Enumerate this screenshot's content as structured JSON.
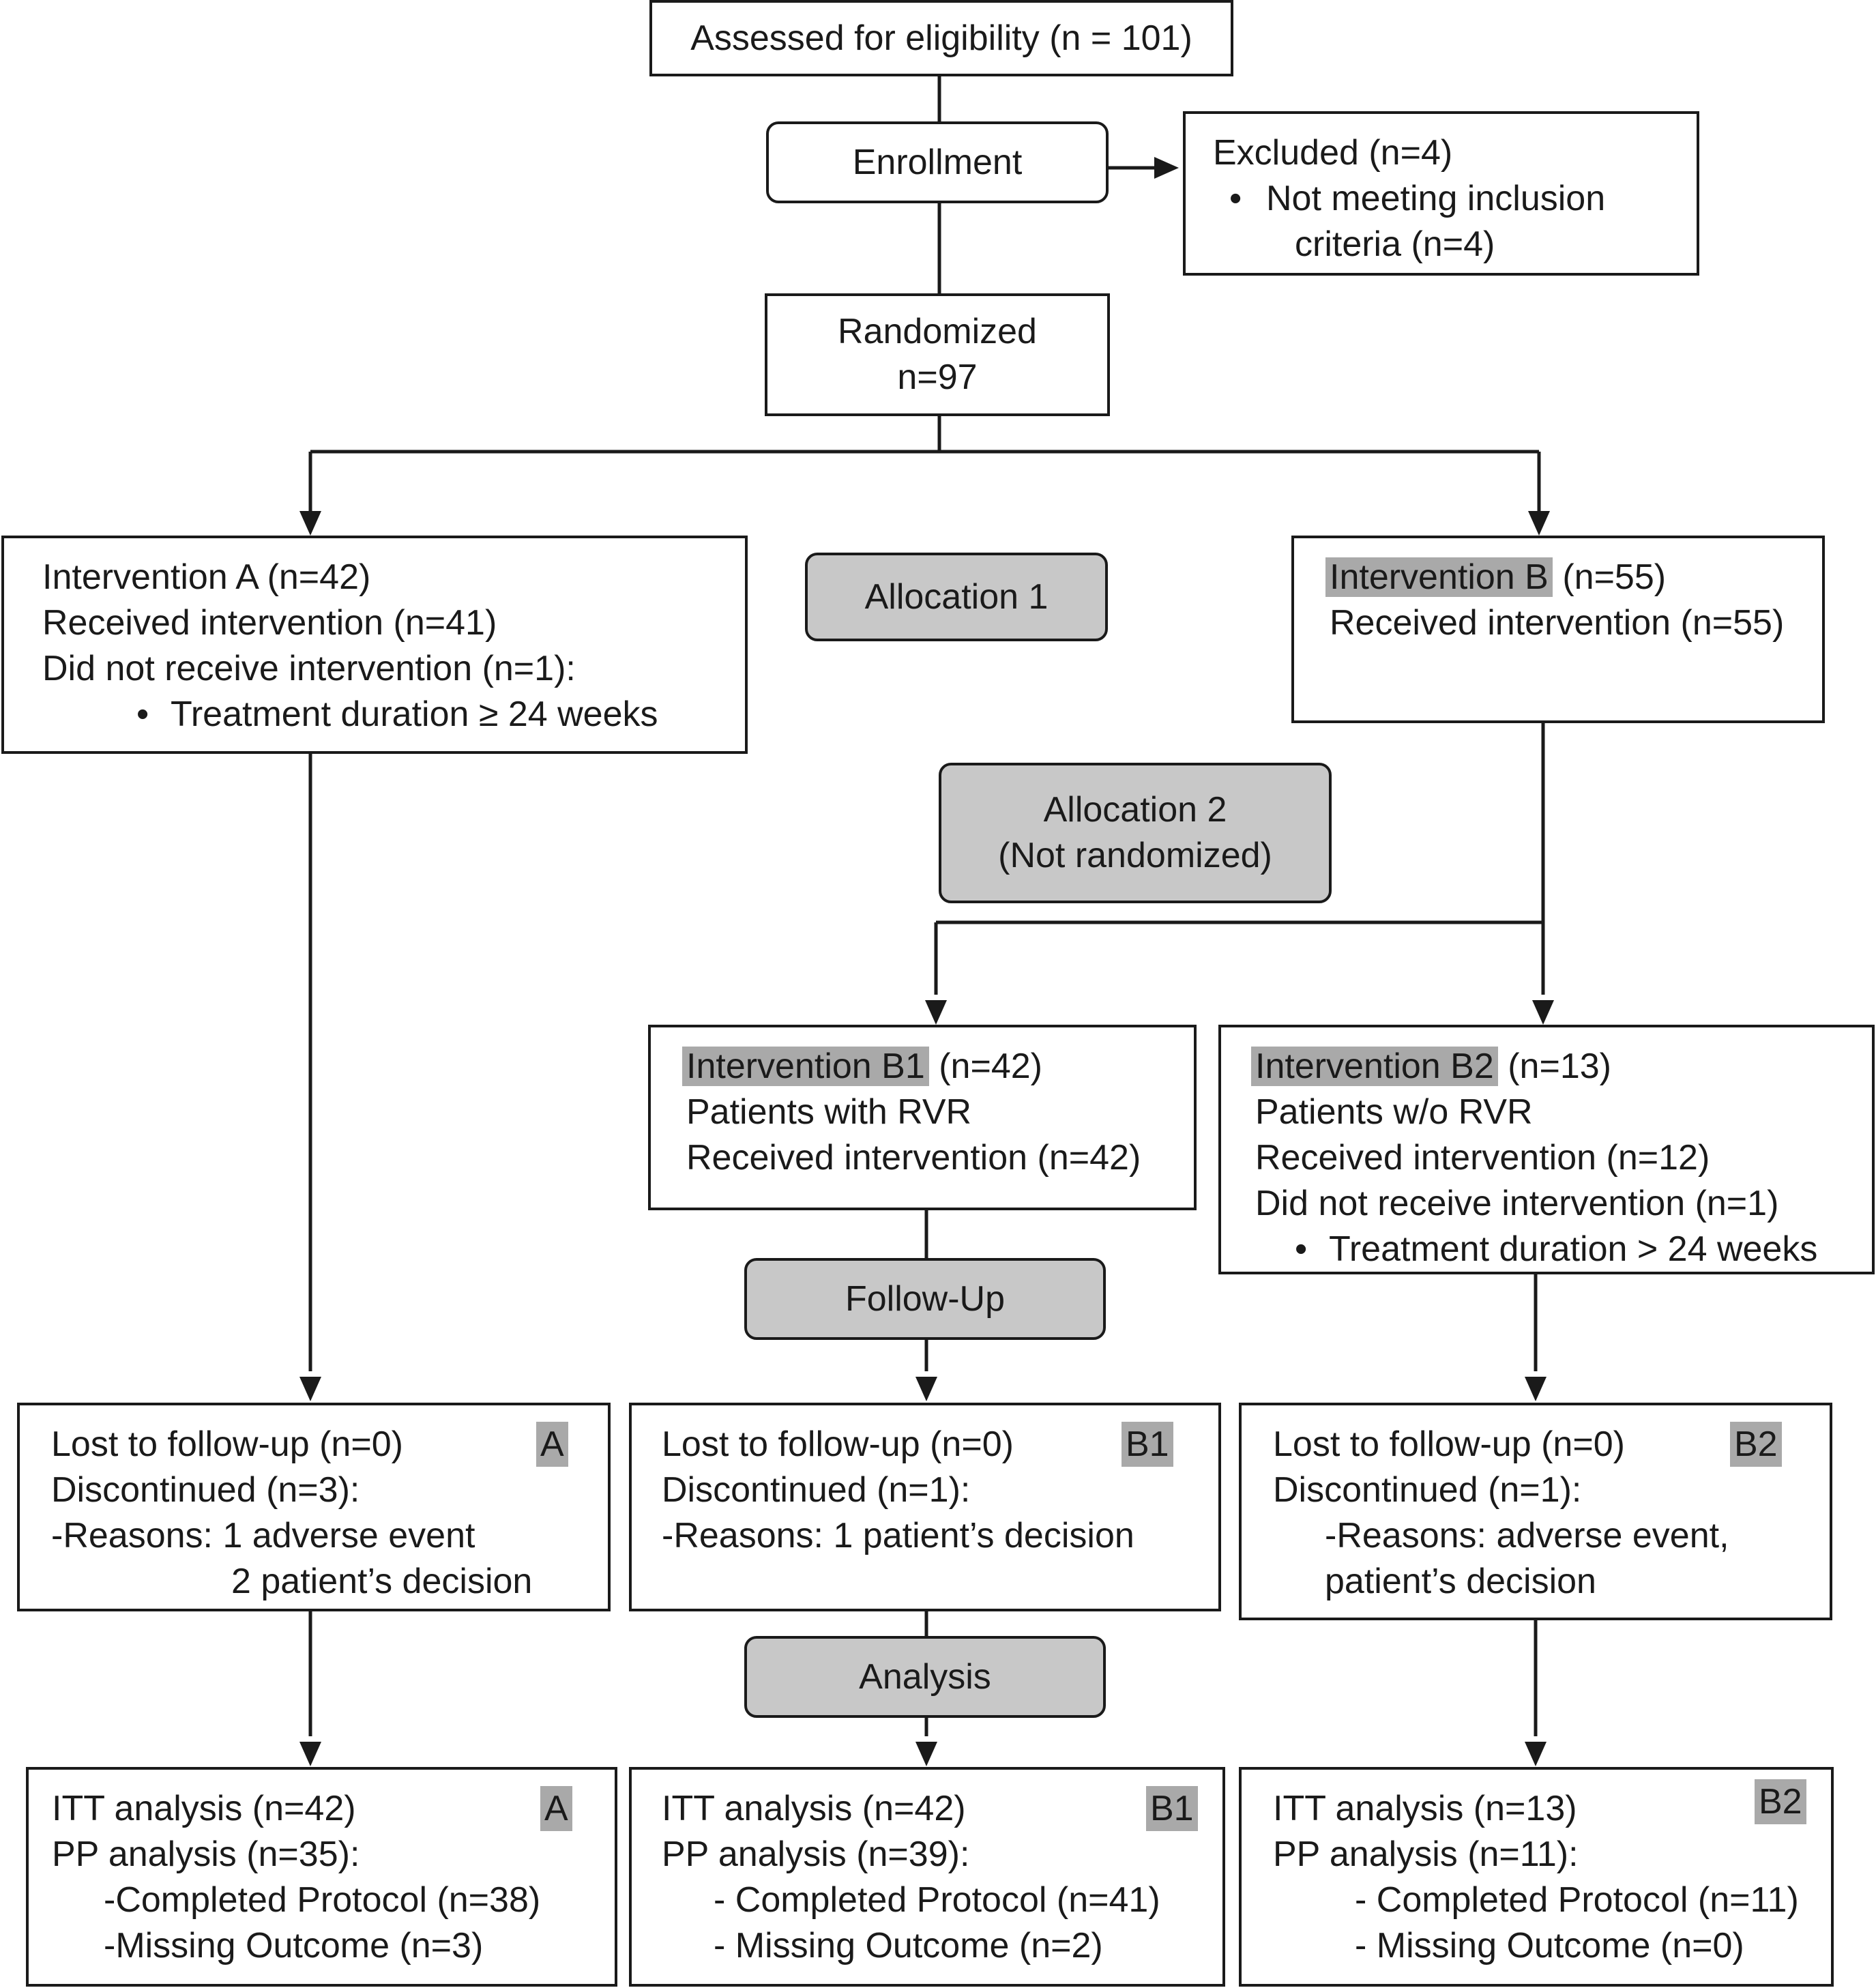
{
  "assessed": "Assessed for eligibility (n = 101)",
  "enrollment": "Enrollment",
  "excluded": {
    "title": "Excluded (n=4)",
    "bullet_line1": "Not meeting inclusion",
    "bullet_line2": "criteria (n=4)"
  },
  "randomized": {
    "line1": "Randomized",
    "line2": "n=97"
  },
  "allocation1": "Allocation 1",
  "allocation2": {
    "line1": "Allocation 2",
    "line2": "(Not randomized)"
  },
  "follow_up": "Follow-Up",
  "analysis": "Analysis",
  "intervention_a": {
    "line1": "Intervention A (n=42)",
    "line2": "Received intervention (n=41)",
    "line3": "Did not receive intervention (n=1):",
    "bullet": "Treatment duration ≥ 24 weeks"
  },
  "intervention_b": {
    "name": "Intervention B",
    "count": "(n=55)",
    "line2": "Received intervention (n=55)"
  },
  "intervention_b1": {
    "name": "Intervention B1",
    "count": "(n=42)",
    "line2": "Patients with RVR",
    "line3": "Received intervention (n=42)"
  },
  "intervention_b2": {
    "name": "Intervention B2",
    "count": "(n=13)",
    "line2": "Patients w/o RVR",
    "line3": "Received intervention (n=12)",
    "line4": "Did not receive intervention (n=1)",
    "bullet": "Treatment duration > 24 weeks"
  },
  "followup_a": {
    "tag": "A",
    "line1": "Lost to follow-up (n=0)",
    "line2": "Discontinued (n=3):",
    "line3": "-Reasons: 1 adverse event",
    "line4": "2 patient’s decision"
  },
  "followup_b1": {
    "tag": "B1",
    "line1": "Lost to follow-up (n=0)",
    "line2": "Discontinued (n=1):",
    "line3": "-Reasons: 1 patient’s decision"
  },
  "followup_b2": {
    "tag": "B2",
    "line1": "Lost to follow-up (n=0)",
    "line2": "Discontinued (n=1):",
    "line3": "-Reasons: adverse event,",
    "line4": "patient’s decision"
  },
  "analysis_a": {
    "tag": "A",
    "line1": "ITT analysis (n=42)",
    "line2": "PP analysis (n=35):",
    "line3": "-Completed Protocol (n=38)",
    "line4": "-Missing Outcome (n=3)"
  },
  "analysis_b1": {
    "tag": "B1",
    "line1": "ITT analysis (n=42)",
    "line2": "PP analysis (n=39):",
    "line3": "- Completed Protocol (n=41)",
    "line4": "- Missing Outcome (n=2)"
  },
  "analysis_b2": {
    "tag": "B2",
    "line1": "ITT analysis (n=13)",
    "line2": "PP analysis (n=11):",
    "line3": "- Completed Protocol (n=11)",
    "line4": "- Missing Outcome (n=0)"
  },
  "colors": {
    "stroke": "#1a1a1a",
    "box_fill": "#ffffff",
    "label_fill": "#c8c8c8",
    "highlight": "#a9a9a9"
  }
}
